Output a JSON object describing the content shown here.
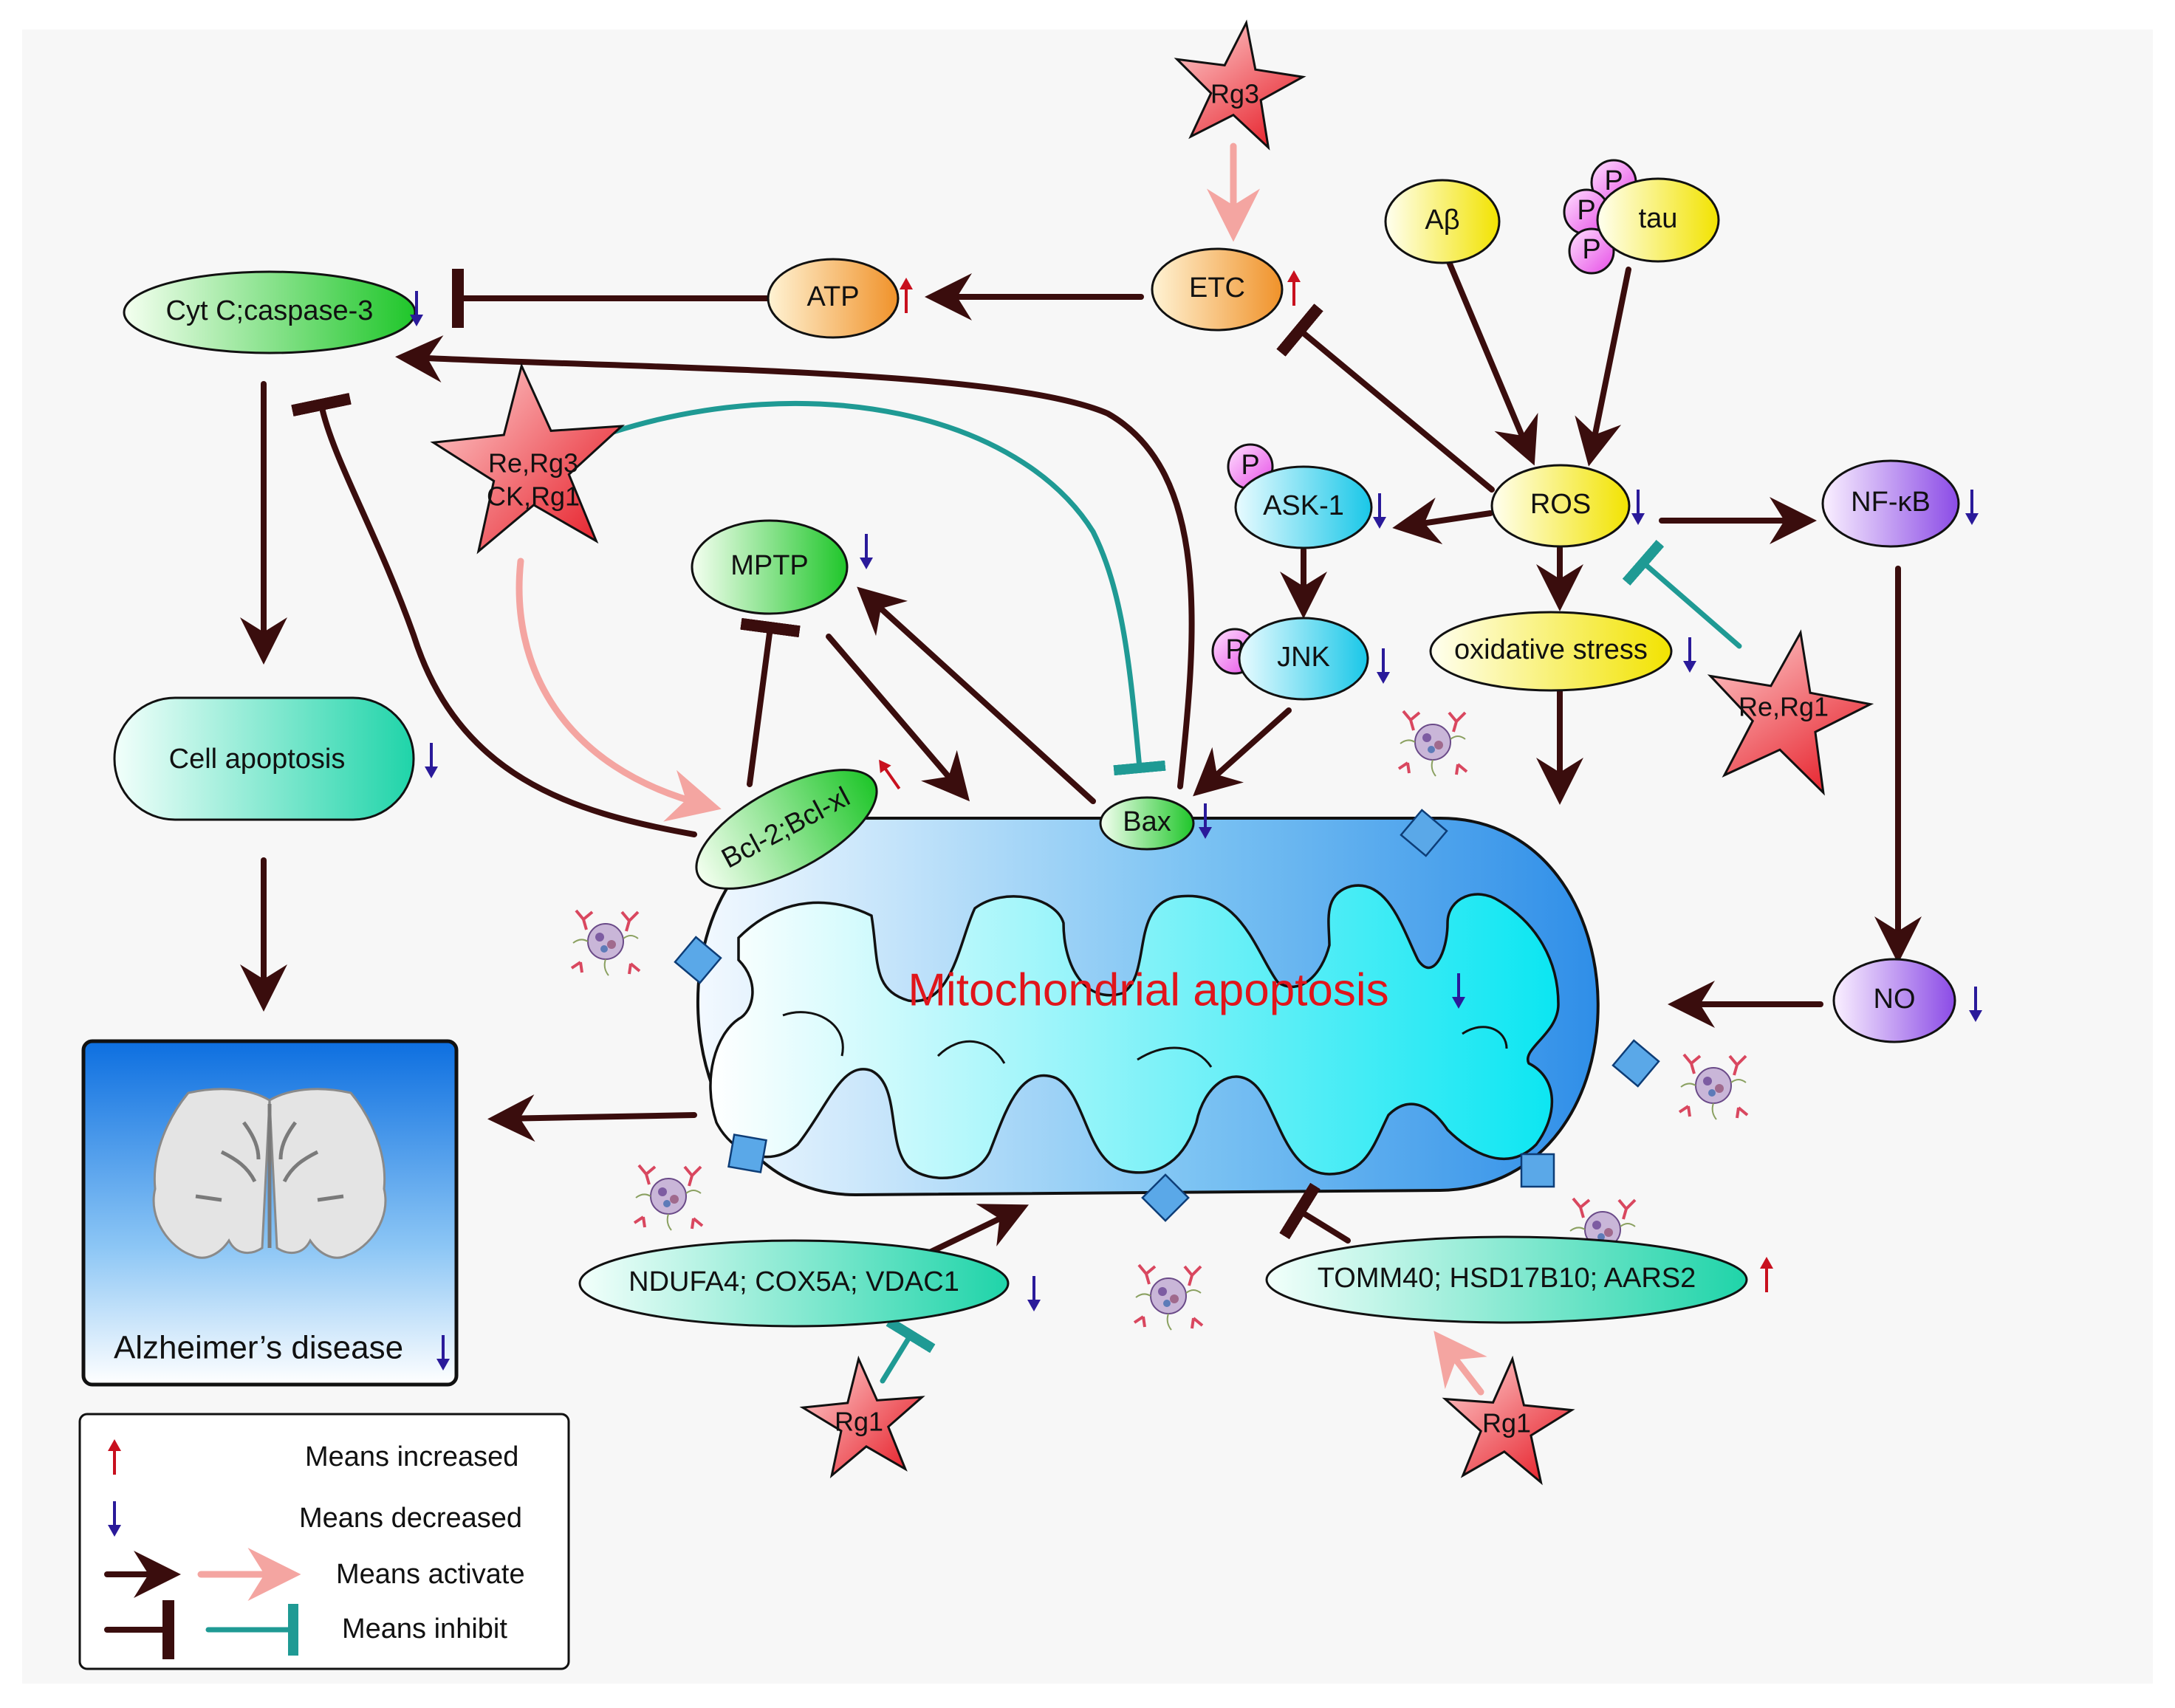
{
  "nodes": {
    "cytc": "Cyt C;caspase-3",
    "atp": "ATP",
    "etc": "ETC",
    "abeta": "Aβ",
    "tau": "tau",
    "phospho": "P",
    "ros": "ROS",
    "ask1": "ASK-1",
    "jnk": "JNK",
    "nfkb": "NF-κB",
    "oxidative_stress": "oxidative stress",
    "mptp": "MPTP",
    "bcl2": "Bcl-2;Bcl-xl",
    "bax": "Bax",
    "no": "NO",
    "cell_apoptosis": "Cell apoptosis",
    "ndufa4": "NDUFA4; COX5A; VDAC1",
    "tomm40": "TOMM40; HSD17B10; AARS2",
    "alzheimers": "Alzheimer’s disease"
  },
  "stars": {
    "rg3_top": "Rg3",
    "re_rg3_ck_rg1_line1": "Re,Rg3",
    "re_rg3_ck_rg1_line2": "CK,Rg1",
    "re_rg1": "Re,Rg1",
    "rg1_left": "Rg1",
    "rg1_right": "Rg1"
  },
  "mitochondria": {
    "label": "Mitochondrial apoptosis"
  },
  "legend": {
    "increased": "Means increased",
    "decreased": "Means decreased",
    "activate": "Means activate",
    "inhibit": "Means inhibit"
  },
  "colors": {
    "increase_arrow": "#c8101e",
    "decrease_arrow": "#2a1a9a",
    "activate_dark": "#3a0d0d",
    "activate_pink": "#f4a5a1",
    "inhibit_teal": "#1f9a94",
    "title_red": "#e0151b"
  }
}
